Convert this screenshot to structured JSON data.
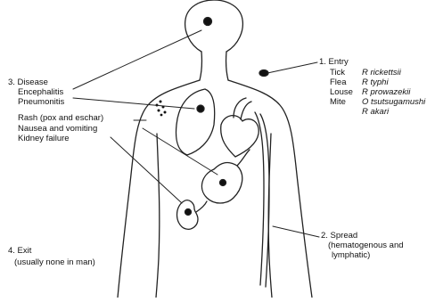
{
  "disease": {
    "heading": "3. Disease",
    "items": [
      "Encephalitis",
      "Pneumonitis",
      "Rash (pox and eschar)",
      "Nausea and vomiting",
      "Kidney failure"
    ]
  },
  "entry": {
    "heading": "1. Entry",
    "rows": [
      {
        "vector": "Tick",
        "species": "R rickettsii"
      },
      {
        "vector": "Flea",
        "species": "R typhi"
      },
      {
        "vector": "Louse",
        "species": "R prowazekii"
      },
      {
        "vector": "Mite",
        "species": "O tsutsugamushi"
      },
      {
        "vector": "",
        "species": "R akari"
      }
    ]
  },
  "exit": {
    "heading": "4. Exit",
    "note": "(usually none in man)"
  },
  "spread": {
    "heading": "2. Spread",
    "line1": "(hematogenous and",
    "line2": "lymphatic)"
  }
}
